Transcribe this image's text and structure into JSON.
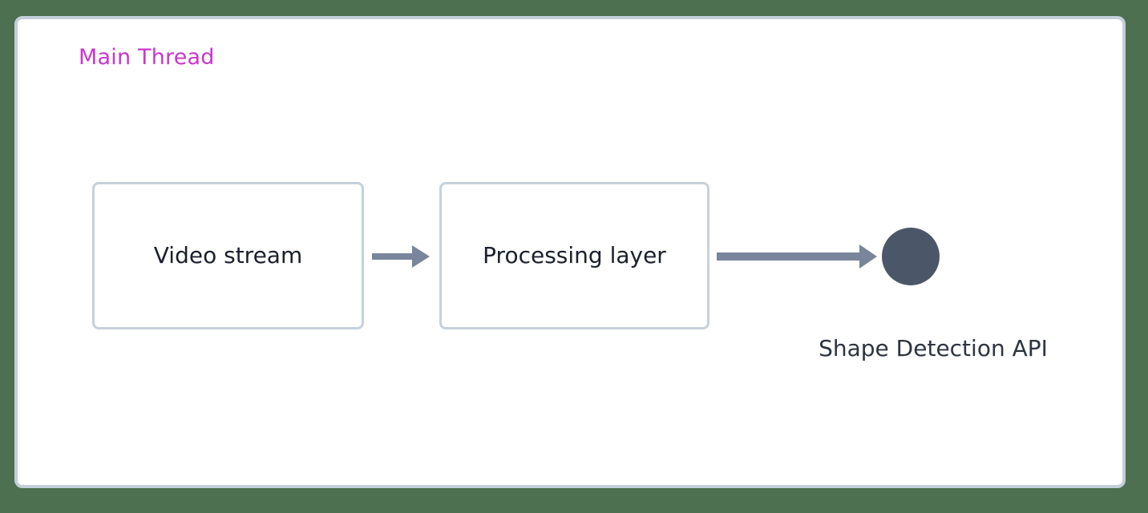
{
  "canvas": {
    "background_color": "#4d7050",
    "panel_background": "#ffffff",
    "panel_border_color": "#c3cfda"
  },
  "diagram": {
    "type": "flowchart",
    "direction": "left-to-right",
    "lane": {
      "title": "Main Thread",
      "title_color": "#c936cc"
    },
    "nodes": [
      {
        "id": "video-stream",
        "label": "Video stream",
        "shape": "rounded-rectangle",
        "fill": "#ffffff",
        "border_color": "#c5d1db",
        "text_color": "#1a202c"
      },
      {
        "id": "processing-layer",
        "label": "Processing layer",
        "shape": "rounded-rectangle",
        "fill": "#ffffff",
        "border_color": "#c5d1db",
        "text_color": "#1a202c"
      },
      {
        "id": "shape-detection-api",
        "label": "Shape Detection API",
        "shape": "circle",
        "fill": "#4b5769",
        "text_color": "#2c3440"
      }
    ],
    "edges": [
      {
        "id": "edge-video-to-processing",
        "from": "video-stream",
        "to": "processing-layer",
        "label": "",
        "color": "#78859a",
        "arrowhead": "filled-triangle"
      },
      {
        "id": "edge-processing-to-api",
        "from": "processing-layer",
        "to": "shape-detection-api",
        "label": "",
        "color": "#78859a",
        "arrowhead": "filled-triangle"
      }
    ]
  }
}
